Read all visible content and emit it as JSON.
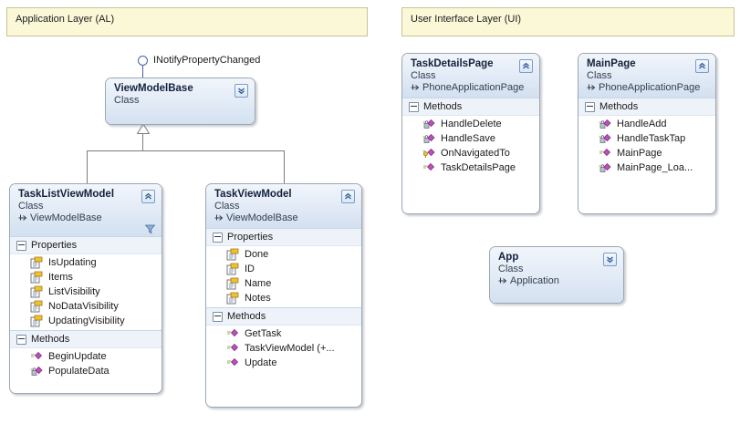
{
  "layers": [
    {
      "id": "al",
      "label": "Application Layer (AL)"
    },
    {
      "id": "ui",
      "label": "User Interface Layer (UI)"
    }
  ],
  "interface_label": "INotifyPropertyChanged",
  "stereotype": "Class",
  "compartment_labels": {
    "properties": "Properties",
    "methods": "Methods"
  },
  "classes": {
    "viewmodelbase": {
      "name": "ViewModelBase",
      "stereotype": "Class",
      "base": "",
      "chevron": "expand-down",
      "compartments": []
    },
    "tasklistviewmodel": {
      "name": "TaskListViewModel",
      "stereotype": "Class",
      "base": "ViewModelBase",
      "chevron": "collapse-up",
      "filter": true,
      "compartments": [
        {
          "title": "Properties",
          "items": [
            {
              "label": "IsUpdating",
              "icon": "property-icon"
            },
            {
              "label": "Items",
              "icon": "property-icon"
            },
            {
              "label": "ListVisibility",
              "icon": "property-icon"
            },
            {
              "label": "NoDataVisibility",
              "icon": "property-icon"
            },
            {
              "label": "UpdatingVisibility",
              "icon": "property-icon"
            }
          ]
        },
        {
          "title": "Methods",
          "items": [
            {
              "label": "BeginUpdate",
              "icon": "method-public-icon"
            },
            {
              "label": "PopulateData",
              "icon": "method-private-icon"
            }
          ]
        }
      ]
    },
    "taskviewmodel": {
      "name": "TaskViewModel",
      "stereotype": "Class",
      "base": "ViewModelBase",
      "chevron": "collapse-up",
      "filter": false,
      "compartments": [
        {
          "title": "Properties",
          "items": [
            {
              "label": "Done",
              "icon": "property-icon"
            },
            {
              "label": "ID",
              "icon": "property-icon"
            },
            {
              "label": "Name",
              "icon": "property-icon"
            },
            {
              "label": "Notes",
              "icon": "property-icon"
            }
          ]
        },
        {
          "title": "Methods",
          "items": [
            {
              "label": "GetTask",
              "icon": "method-public-icon"
            },
            {
              "label": "TaskViewModel  (+...",
              "icon": "method-public-icon"
            },
            {
              "label": "Update",
              "icon": "method-public-icon"
            }
          ]
        }
      ]
    },
    "taskdetailspage": {
      "name": "TaskDetailsPage",
      "stereotype": "Class",
      "base": "PhoneApplicationPage",
      "chevron": "collapse-up",
      "filter": false,
      "compartments": [
        {
          "title": "Methods",
          "items": [
            {
              "label": "HandleDelete",
              "icon": "method-private-icon"
            },
            {
              "label": "HandleSave",
              "icon": "method-private-icon"
            },
            {
              "label": "OnNavigatedTo",
              "icon": "method-protected-icon"
            },
            {
              "label": "TaskDetailsPage",
              "icon": "method-public-icon"
            }
          ]
        }
      ]
    },
    "mainpage": {
      "name": "MainPage",
      "stereotype": "Class",
      "base": "PhoneApplicationPage",
      "chevron": "collapse-up",
      "filter": false,
      "compartments": [
        {
          "title": "Methods",
          "items": [
            {
              "label": "HandleAdd",
              "icon": "method-private-icon"
            },
            {
              "label": "HandleTaskTap",
              "icon": "method-private-icon"
            },
            {
              "label": "MainPage",
              "icon": "method-public-icon"
            },
            {
              "label": "MainPage_Loa...",
              "icon": "method-private-icon"
            }
          ]
        }
      ]
    },
    "app": {
      "name": "App",
      "stereotype": "Class",
      "base": "Application",
      "chevron": "expand-down",
      "filter": false,
      "compartments": []
    }
  },
  "colors": {
    "layer_fill": "#fbf8d8",
    "layer_border": "#c8c49a",
    "class_border": "#9aa7b6",
    "header_gradient_top": "#f2f6fb",
    "header_gradient_bottom": "#d3e0f0",
    "compartment_header": "#eef3fa",
    "connector": "#7d7d7d",
    "interface_stroke": "#4a5fa5"
  }
}
